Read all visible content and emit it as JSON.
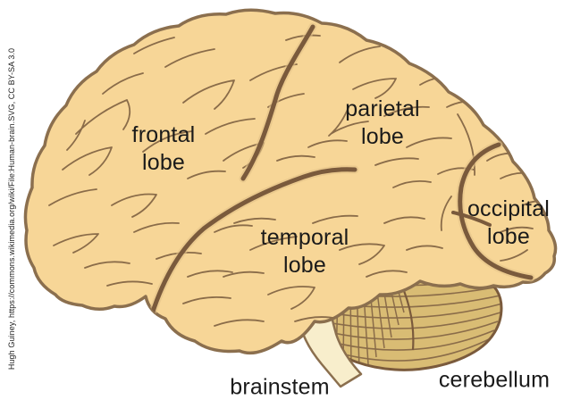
{
  "diagram": {
    "labels": {
      "frontal_1": "frontal",
      "frontal_2": "lobe",
      "parietal_1": "parietal",
      "parietal_2": "lobe",
      "temporal_1": "temporal",
      "temporal_2": "lobe",
      "occipital_1": "occipital",
      "occipital_2": "lobe",
      "brainstem": "brainstem",
      "cerebellum": "cerebellum"
    },
    "attribution": "Hugh Guiney, https://commons.wikimedia.org/wiki/File:Human-brain.SVG, CC BY-SA 3.0",
    "colors": {
      "background": "#FFFFFF",
      "brain_fill": "#F7D697",
      "outline_brown": "#8B6F4E",
      "deep_sulcus_brown": "#7A5A3C",
      "cerebellum_fill": "#D9BC74",
      "brainstem_fill": "#F8EECC",
      "label_text": "#1A1A1A"
    }
  }
}
